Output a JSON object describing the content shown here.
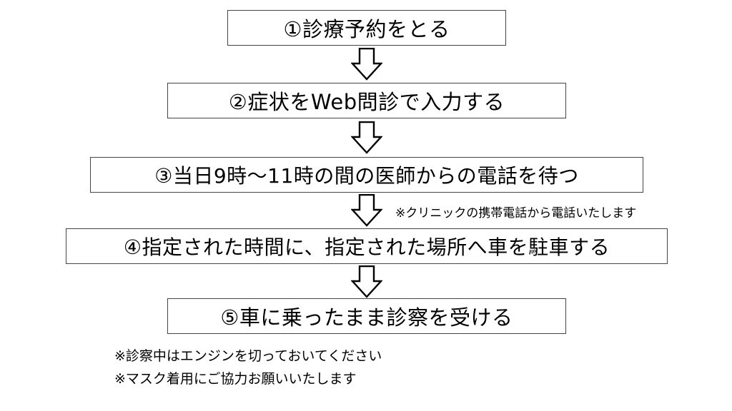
{
  "flow": {
    "steps": [
      {
        "label": "①診療予約をとる"
      },
      {
        "label": "②症状をWeb問診で入力する"
      },
      {
        "label": "③当日9時～11時の間の医師からの電話を待つ"
      },
      {
        "label": "④指定された時間に、指定された場所へ車を駐車する"
      },
      {
        "label": "⑤車に乗ったまま診察を受ける"
      }
    ]
  },
  "notes": {
    "callback": "※クリニックの携帯電話から電話いたします",
    "engine": "※診察中はエンジンを切っておいてください",
    "mask": "※マスク着用にご協力お願いいたします"
  },
  "icons": {
    "arrow": "down-arrow-icon"
  },
  "colors": {
    "border": "#444444",
    "text": "#000000",
    "background": "#ffffff"
  }
}
